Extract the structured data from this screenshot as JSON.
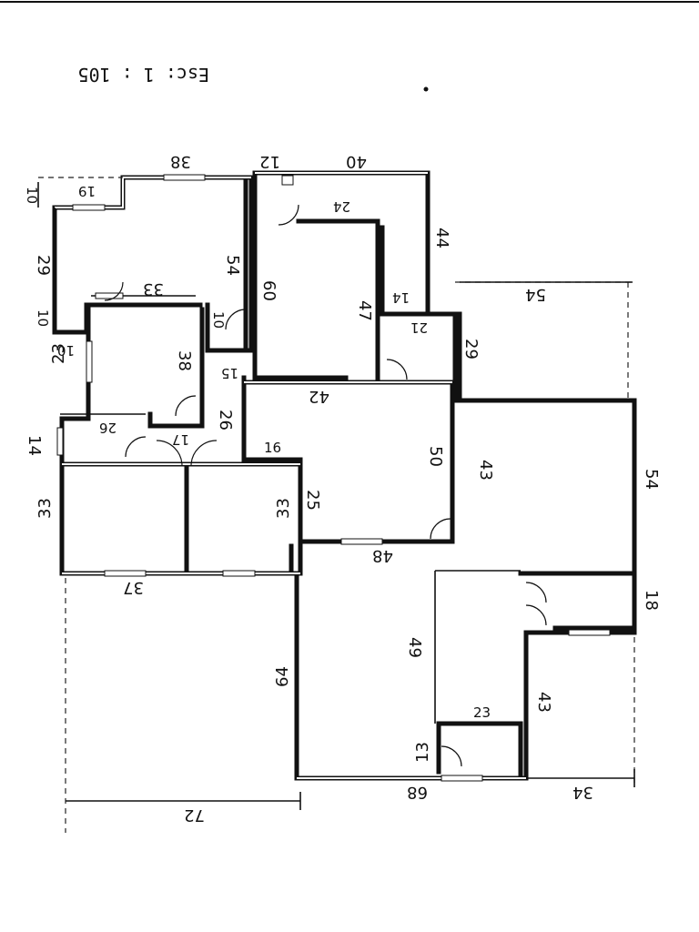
{
  "scale_note": "Esc: 1 : 105",
  "dimensions": {
    "d38": "38",
    "d12": "12",
    "d40": "40",
    "d19": "19",
    "d10a": "10",
    "d29a": "29",
    "d10b": "10",
    "d10c": "10",
    "d33a": "33",
    "d54a": "54",
    "d60": "60",
    "d24": "24",
    "d44": "44",
    "d14a": "14",
    "d47a": "47",
    "d21": "21",
    "d29b": "29",
    "d54b": "54",
    "d23a": "23",
    "d38b": "38",
    "d15": "15",
    "d42": "42",
    "d26a": "26",
    "d26b": "26",
    "d17": "17",
    "d14b": "14",
    "d16": "16",
    "d50": "50",
    "d43a": "43",
    "d54c": "54",
    "d33b": "33",
    "d33c": "33",
    "d25": "25",
    "d48": "48",
    "d37": "37",
    "d18": "18",
    "d49": "49",
    "d64": "64",
    "d23b": "23",
    "d43b": "43",
    "d13": "13",
    "d68": "68",
    "d34": "34",
    "d72": "72"
  }
}
